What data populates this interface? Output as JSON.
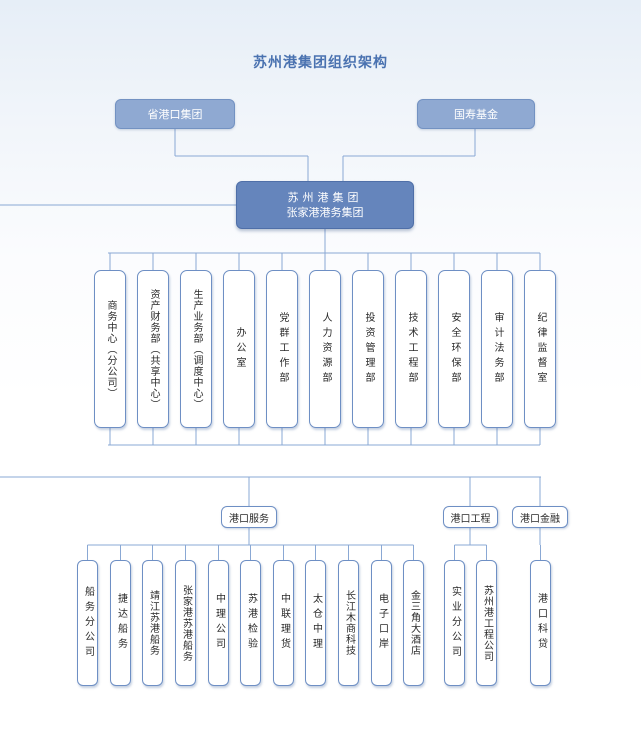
{
  "title": "苏州港集团组织架构",
  "shareholders": [
    "省港口集团",
    "国寿基金"
  ],
  "main": {
    "line1": "苏州港集团",
    "line2": "张家港港务集团"
  },
  "departments": [
    "商务中心（分公司）",
    "资产财务部（共享中心）",
    "生产业务部（调度中心）",
    "办公室",
    "党群工作部",
    "人力资源部",
    "投资管理部",
    "技术工程部",
    "安全环保部",
    "审计法务部",
    "纪律监督室"
  ],
  "groups": [
    {
      "label": "港口服务",
      "subs": [
        "船务分公司",
        "捷达船务",
        "靖江苏港船务",
        "张家港苏港船务",
        "中理公司",
        "苏港检验",
        "中联理货",
        "太仓中理",
        "长江木商科技",
        "电子口岸",
        "金三角大酒店"
      ]
    },
    {
      "label": "港口工程",
      "subs": [
        "实业分公司",
        "苏州港工程公司"
      ]
    },
    {
      "label": "港口金融",
      "subs": [
        "港口科贷"
      ]
    }
  ],
  "colors": {
    "line": "#8aa8d4",
    "main": "#6585bc",
    "top": "#8fa9d2",
    "border": "#6e8fc4",
    "title": "#4a72b0"
  }
}
